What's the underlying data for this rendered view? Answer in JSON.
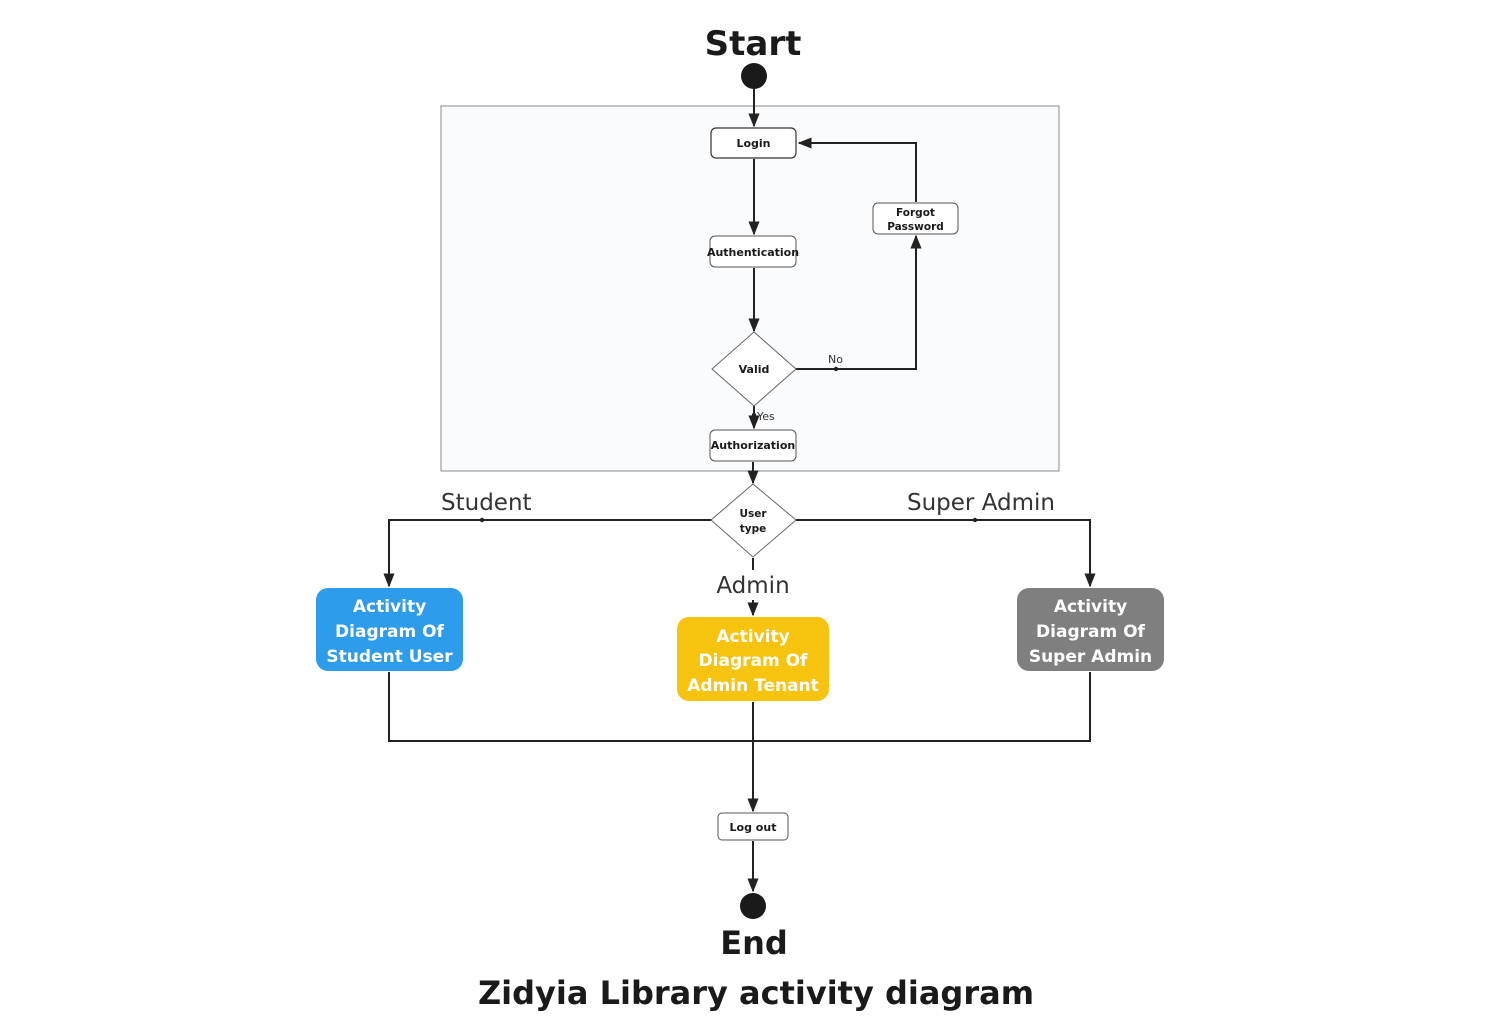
{
  "diagram": {
    "start_label": "Start",
    "end_label": "End",
    "title": "Zidyia Library activity diagram",
    "nodes": {
      "login": "Login",
      "authentication": "Authentication",
      "forgot_password_line1": "Forgot",
      "forgot_password_line2": "Password",
      "valid": "Valid",
      "authorization": "Authorization",
      "user_type_line1": "User",
      "user_type_line2": "type",
      "logout": "Log out"
    },
    "edge_labels": {
      "no": "No",
      "yes": "Yes",
      "student": "Student",
      "admin": "Admin",
      "super_admin": "Super Admin"
    },
    "activities": {
      "student": [
        "Activity",
        "Diagram Of",
        "Student User"
      ],
      "admin": [
        "Activity",
        "Diagram Of",
        "Admin Tenant"
      ],
      "super_admin": [
        "Activity",
        "Diagram Of",
        "Super Admin"
      ]
    },
    "colors": {
      "student": "#2D9CEB",
      "admin": "#F6C30E",
      "super_admin": "#7F7F7F",
      "line": "#222222",
      "group_bg": "#FAFBFC",
      "group_border": "#8A8A8A"
    }
  }
}
